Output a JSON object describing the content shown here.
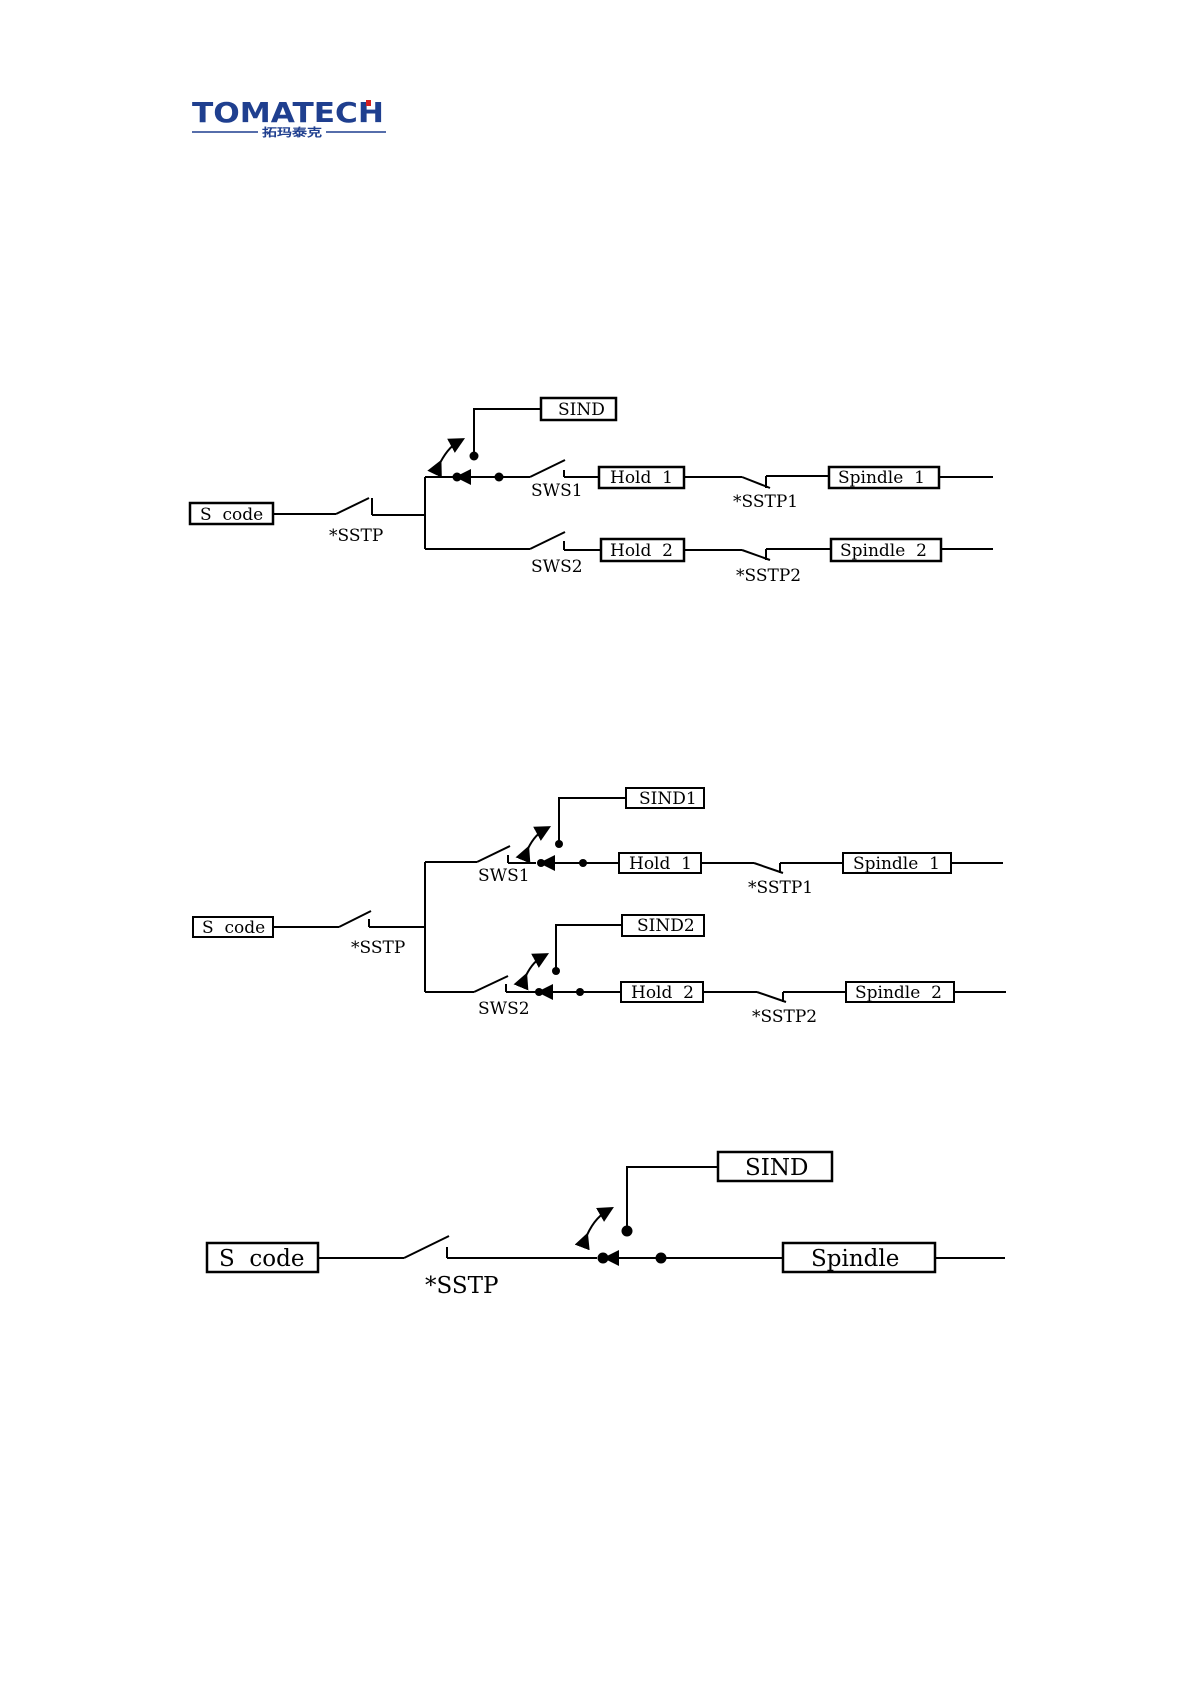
{
  "logo": {
    "name": "TOMATECH",
    "chinese": "拓玛泰克",
    "color": "#1f3f8f",
    "accent": "#d62020"
  },
  "diagram1": {
    "sind": "SIND",
    "s_code": "S  code",
    "sstp": "*SSTP",
    "sws1": "SWS1",
    "sws2": "SWS2",
    "hold1": "Hold  1",
    "hold2": "Hold  2",
    "sstp1": "*SSTP1",
    "sstp2": "*SSTP2",
    "spindle1": "Spindle  1",
    "spindle2": "Spindle  2"
  },
  "diagram2": {
    "sind1": "SIND1",
    "sind2": "SIND2",
    "s_code": "S  code",
    "sstp": "*SSTP",
    "sws1": "SWS1",
    "sws2": "SWS2",
    "hold1": "Hold  1",
    "hold2": "Hold  2",
    "sstp1": "*SSTP1",
    "sstp2": "*SSTP2",
    "spindle1": "Spindle  1",
    "spindle2": "Spindle  2"
  },
  "diagram3": {
    "sind": "SIND",
    "s_code": "S  code",
    "sstp": "*SSTP",
    "spindle": "Spindle"
  }
}
